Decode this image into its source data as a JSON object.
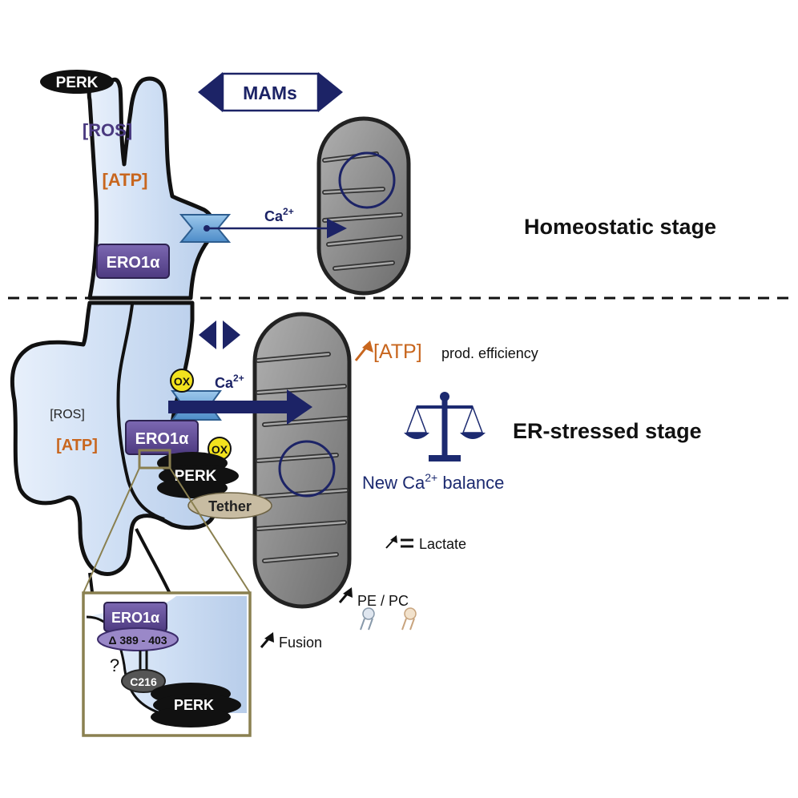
{
  "stages": {
    "homeostatic": "Homeostatic stage",
    "er_stressed": "ER-stressed stage"
  },
  "labels": {
    "perk": "PERK",
    "ros": "[ROS]",
    "atp": "[ATP]",
    "ero1a": "ERO1α",
    "mams": "MAMs",
    "ca": "Ca",
    "ca_sup": "2+",
    "ox": "OX",
    "tether": "Tether",
    "atp_prefix": "[ATP]",
    "atp_suffix": " prod. efficiency",
    "balance_prefix": "New Ca",
    "balance_sup": "2+",
    "balance_suffix": " balance",
    "lactate": "Lactate",
    "pe_pc": "PE / PC",
    "fusion": "Fusion",
    "delta": "Δ 389 - 403",
    "question": "?",
    "c216": "C216"
  },
  "colors": {
    "er_fill": "#cfe0f5",
    "mito_fill": "#8c8c8c",
    "navy": "#1c2366",
    "orange": "#c8661e",
    "purple": "#5e4a94",
    "olive": "#8a8050",
    "yellow": "#f2e21e"
  }
}
